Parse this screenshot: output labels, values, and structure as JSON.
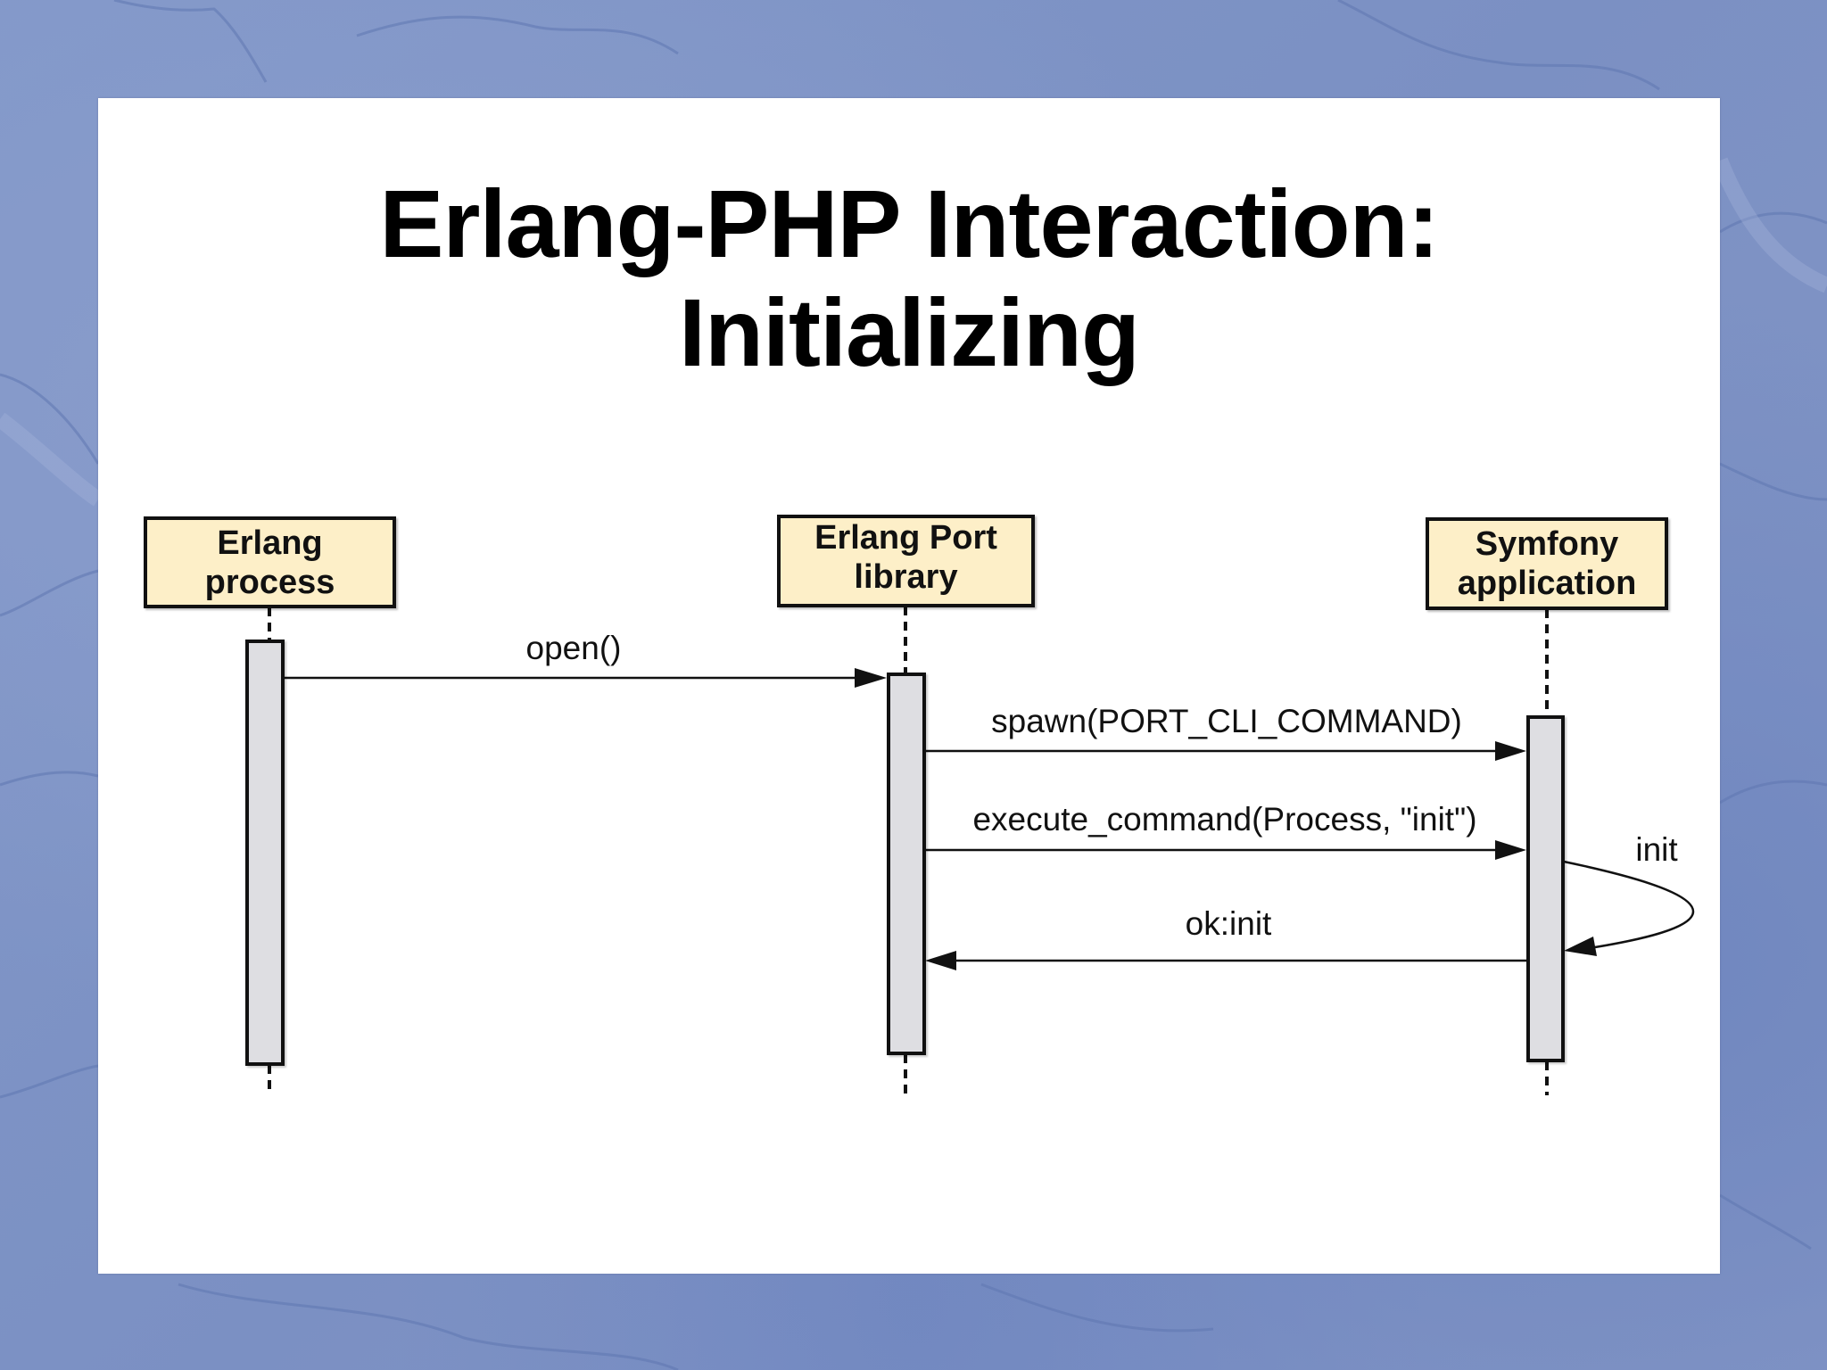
{
  "slide": {
    "title_line1": "Erlang-PHP Interaction:",
    "title_line2": "Initializing",
    "background_color": "#7f93c4",
    "slide_color": "#ffffff"
  },
  "diagram": {
    "type": "sequence",
    "colors": {
      "actor_fill": "#fdefc8",
      "activation_fill": "#dedee2",
      "line": "#111111"
    },
    "participants": [
      {
        "id": "erlang_process",
        "line1": "Erlang",
        "line2": "process"
      },
      {
        "id": "erlang_port_library",
        "line1": "Erlang Port",
        "line2": "library"
      },
      {
        "id": "symfony_application",
        "line1": "Symfony",
        "line2": "application"
      }
    ],
    "messages": [
      {
        "from": "erlang_process",
        "to": "erlang_port_library",
        "label": "open()",
        "kind": "call"
      },
      {
        "from": "erlang_port_library",
        "to": "symfony_application",
        "label": "spawn(PORT_CLI_COMMAND)",
        "kind": "call"
      },
      {
        "from": "erlang_port_library",
        "to": "symfony_application",
        "label": "execute_command(Process, \"init\")",
        "kind": "call"
      },
      {
        "from": "symfony_application",
        "to": "symfony_application",
        "label": "init",
        "kind": "self"
      },
      {
        "from": "symfony_application",
        "to": "erlang_port_library",
        "label": "ok:init",
        "kind": "return"
      }
    ]
  }
}
